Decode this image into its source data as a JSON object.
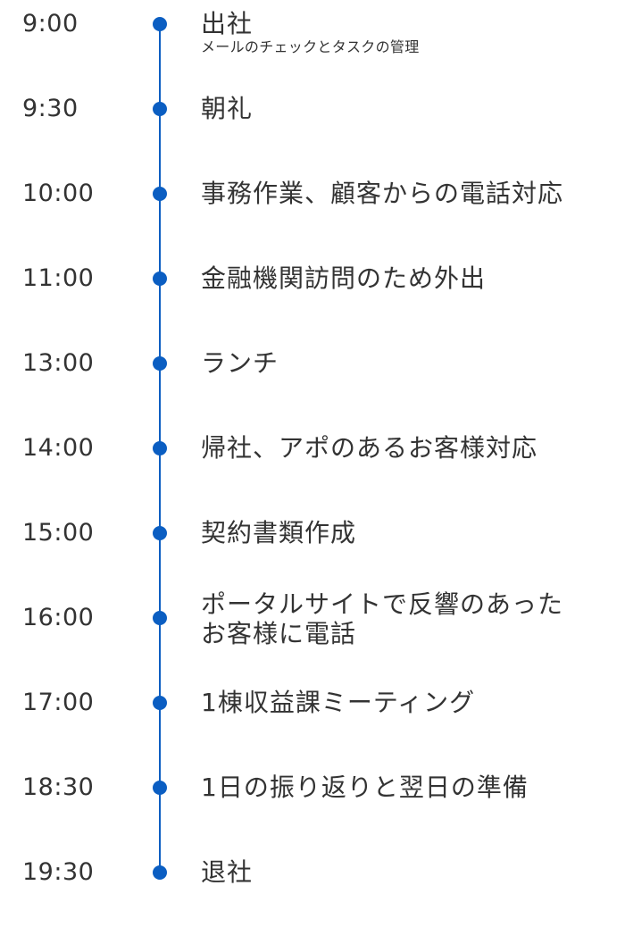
{
  "accent_color": "#0b5ec2",
  "timeline": {
    "items": [
      {
        "time": "9:00",
        "title": "出社",
        "note": "メールのチェックとタスクの管理"
      },
      {
        "time": "9:30",
        "title": "朝礼"
      },
      {
        "time": "10:00",
        "title": "事務作業、顧客からの電話対応"
      },
      {
        "time": "11:00",
        "title": "金融機関訪問のため外出"
      },
      {
        "time": "13:00",
        "title": "ランチ"
      },
      {
        "time": "14:00",
        "title": "帰社、アポのあるお客様対応"
      },
      {
        "time": "15:00",
        "title": "契約書類作成"
      },
      {
        "time": "16:00",
        "title": "ポータルサイトで反響のあった",
        "title_line2": "お客様に電話"
      },
      {
        "time": "17:00",
        "title": "1棟収益課ミーティング"
      },
      {
        "time": "18:30",
        "title": "1日の振り返りと翌日の準備"
      },
      {
        "time": "19:30",
        "title": "退社"
      }
    ]
  }
}
